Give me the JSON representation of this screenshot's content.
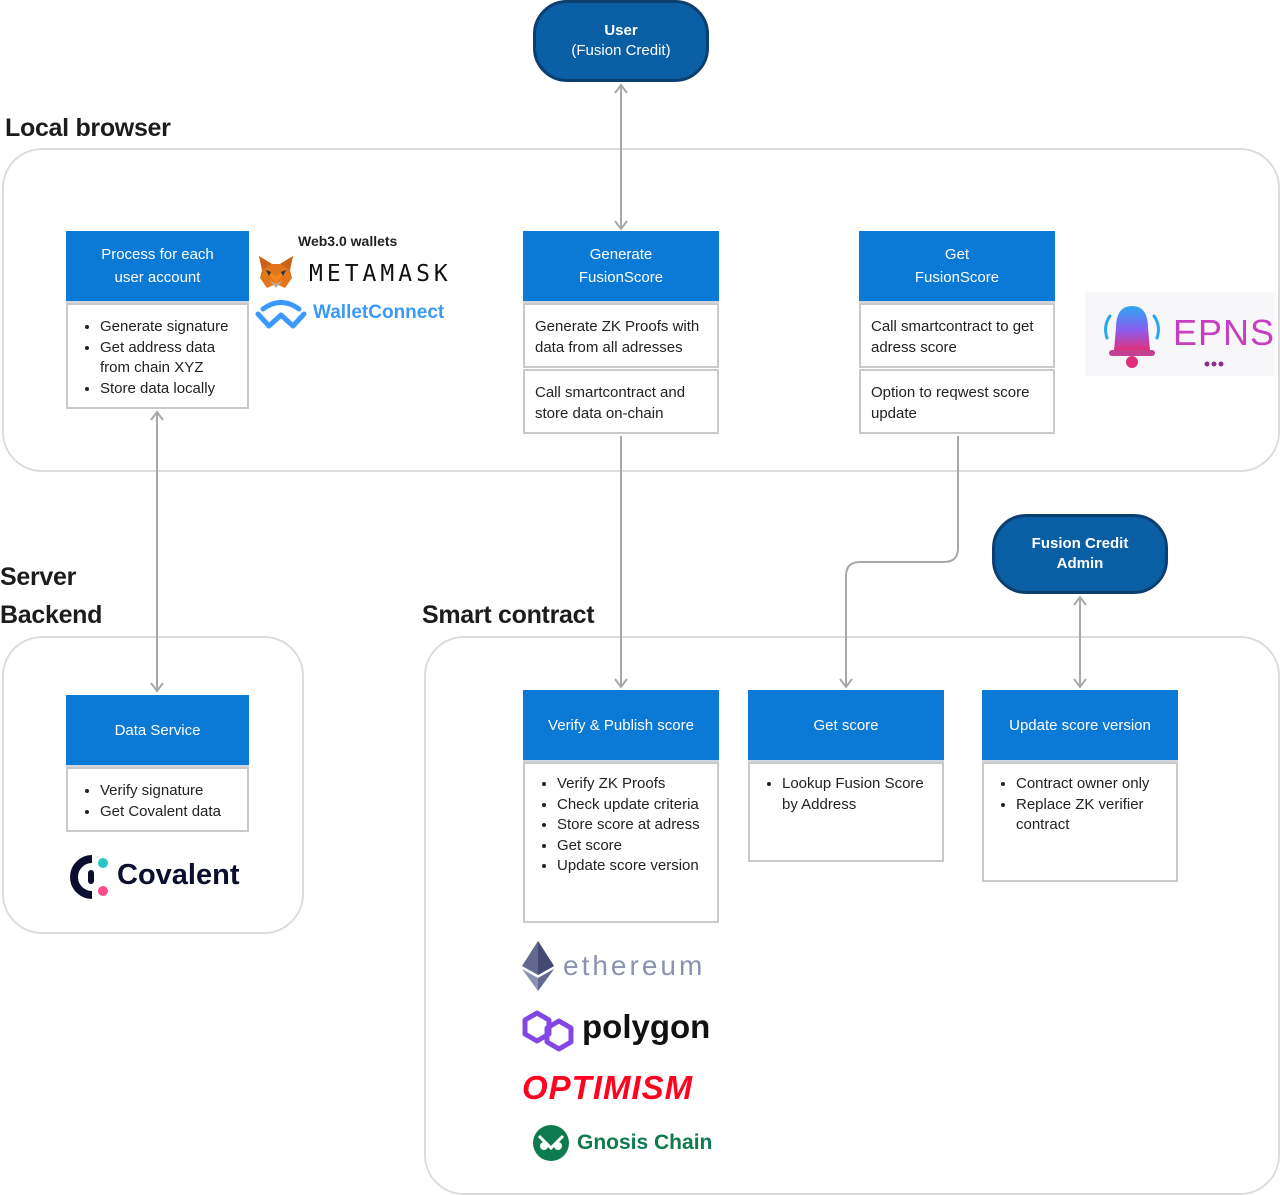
{
  "user_node": {
    "line1": "User",
    "line2": "(Fusion Credit)"
  },
  "admin_node": {
    "line1": "Fusion Credit",
    "line2": "Admin"
  },
  "sections": {
    "local_browser": "Local browser",
    "server_line1": "Server",
    "server_line2": "Backend",
    "smart_contract": "Smart contract"
  },
  "process_box": {
    "header_line1": "Process for each",
    "header_line2": "user account",
    "items": [
      "Generate signature",
      "Get address data from chain XYZ",
      "Store data locally"
    ]
  },
  "generate_box": {
    "header_line1": "Generate",
    "header_line2": "FusionScore",
    "card1": "Generate ZK Proofs with data from all adresses",
    "card2": "Call smartcontract and store data on-chain"
  },
  "get_box": {
    "header_line1": "Get",
    "header_line2": "FusionScore",
    "card1": "Call smartcontract to get adress score",
    "card2": "Option to reqwest score update"
  },
  "data_service": {
    "header": "Data Service",
    "items": [
      "Verify signature",
      "Get Covalent data"
    ]
  },
  "verify_box": {
    "header": "Verify  & Publish score",
    "items": [
      "Verify ZK Proofs",
      "Check update criteria",
      "Store score at adress",
      "Get score",
      "Update score version"
    ]
  },
  "get_score_box": {
    "header": "Get score",
    "items": [
      "Lookup Fusion Score by Address"
    ]
  },
  "update_box": {
    "header": "Update score version",
    "items": [
      "Contract owner only",
      "Replace ZK verifier contract"
    ]
  },
  "logos": {
    "wallets_title": "Web3.0 wallets",
    "metamask": "METAMASK",
    "walletconnect": "WalletConnect",
    "epns": "EPNS",
    "covalent": "Covalent",
    "ethereum": "ethereum",
    "polygon": "polygon",
    "optimism": "OPTIMISM",
    "gnosis": "Gnosis Chain"
  },
  "colors": {
    "header_blue": "#0b79d6",
    "pill_blue": "#0a5ea3",
    "optimism_red": "#ff0420",
    "polygon_purple": "#8247e5",
    "gnosis_green": "#0e7a4f"
  }
}
